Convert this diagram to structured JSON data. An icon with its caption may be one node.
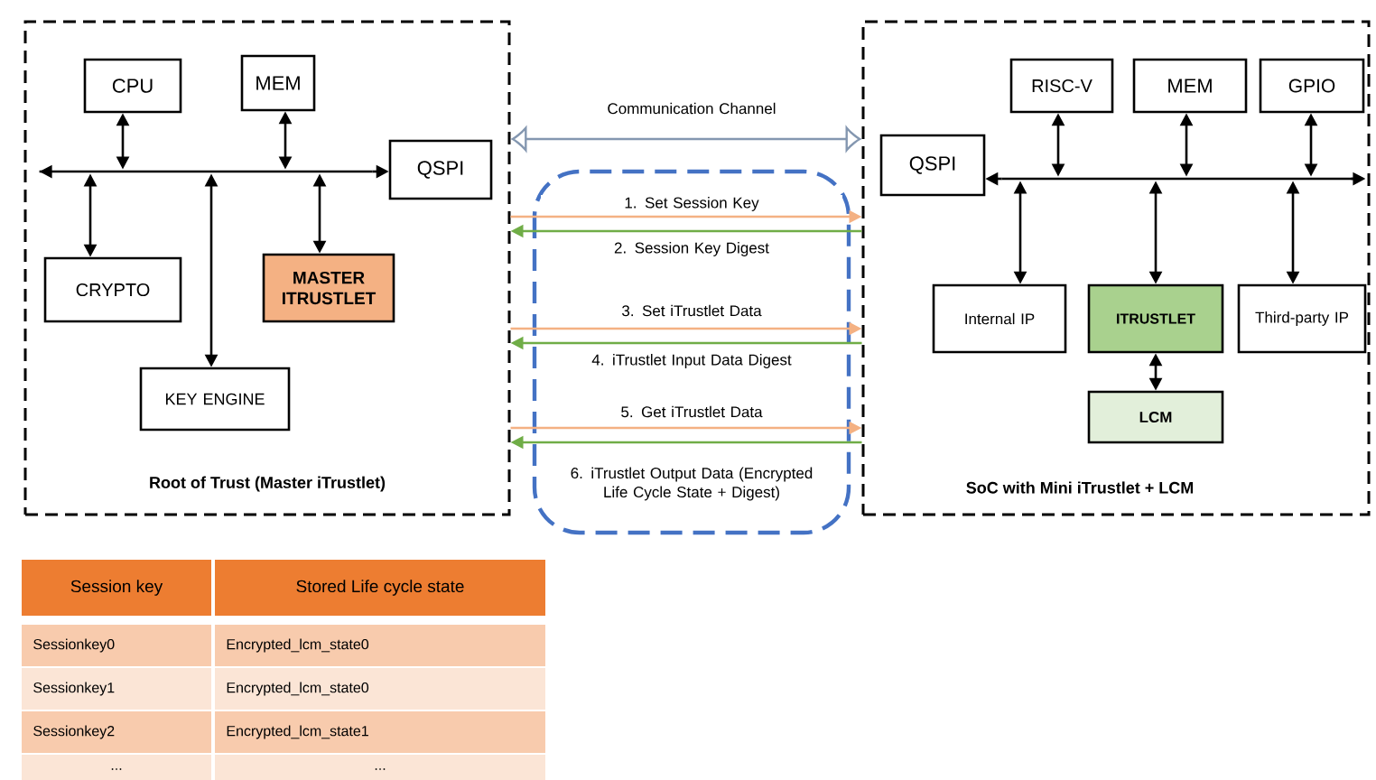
{
  "diagram": {
    "nodes": [
      {
        "text": [
          "Root of Trust (Master iTrustlet)"
        ]
      },
      {
        "text": [
          "CPU"
        ],
        "in": 0
      },
      {
        "text": [
          "MEM"
        ],
        "in": 0
      },
      {
        "text": [
          "QSPI"
        ],
        "in": 0
      },
      {
        "text": [],
        "shape": "bar",
        "in": 0
      },
      {
        "text": [
          "CRYPTO"
        ],
        "in": 0
      },
      {
        "text": [
          "MASTER ITRUSTLET"
        ],
        "in": 0
      },
      {
        "text": [
          "KEY ENGINE"
        ],
        "in": 0
      },
      {
        "text": [
          "SoC with Mini iTrustlet + LCM"
        ]
      },
      {
        "text": [
          "RISC-V"
        ],
        "in": 8
      },
      {
        "text": [
          "MEM"
        ],
        "in": 8
      },
      {
        "text": [
          "GPIO"
        ],
        "in": 8
      },
      {
        "text": [
          "QSPI"
        ],
        "in": 8
      },
      {
        "text": [],
        "shape": "bar",
        "in": 8
      },
      {
        "text": [
          "Internal IP"
        ],
        "in": 8
      },
      {
        "text": [
          "ITRUSTLET"
        ],
        "in": 8
      },
      {
        "text": [
          "Third-party IP"
        ],
        "in": 8
      },
      {
        "text": [
          "LCM"
        ],
        "in": 8
      }
    ],
    "edges": [
      {
        "from": 1,
        "to": 4,
        "arrow": "both"
      },
      {
        "from": 2,
        "to": 4,
        "arrow": "both"
      },
      {
        "from": 4,
        "to": 3,
        "arrow": "to"
      },
      {
        "from": 5,
        "to": 4,
        "arrow": "both"
      },
      {
        "from": 7,
        "to": 4,
        "arrow": "both"
      },
      {
        "from": 6,
        "to": 4,
        "arrow": "both"
      },
      {
        "from": 9,
        "to": 13,
        "arrow": "both"
      },
      {
        "from": 10,
        "to": 13,
        "arrow": "both"
      },
      {
        "from": 11,
        "to": 13,
        "arrow": "both"
      },
      {
        "from": 13,
        "to": 12,
        "arrow": "to"
      },
      {
        "from": 14,
        "to": 13,
        "arrow": "both"
      },
      {
        "from": 15,
        "to": 13,
        "arrow": "both"
      },
      {
        "from": 16,
        "to": 13,
        "arrow": "both"
      },
      {
        "from": 15,
        "to": 17,
        "arrow": "both"
      },
      {
        "from": 0,
        "to": 8,
        "arrow": "both",
        "label": "Communication Channel",
        "color": "#8497b0"
      },
      {
        "from": 0,
        "to": 8,
        "arrow": "to",
        "label": "1. Set Session Key",
        "color": "#f4b183"
      },
      {
        "from": 8,
        "to": 0,
        "arrow": "to",
        "label": "2. Session Key Digest",
        "color": "#70ad47"
      },
      {
        "from": 0,
        "to": 8,
        "arrow": "to",
        "label": "3. Set iTrustlet Data",
        "color": "#f4b183"
      },
      {
        "from": 8,
        "to": 0,
        "arrow": "to",
        "label": "4. iTrustlet Input Data Digest",
        "color": "#70ad47"
      },
      {
        "from": 0,
        "to": 8,
        "arrow": "to",
        "label": "5. Get iTrustlet Data",
        "color": "#f4b183"
      },
      {
        "from": 8,
        "to": 0,
        "arrow": "to",
        "label": "6. iTrustlet Output Data (Encrypted Life Cycle State + Digest)",
        "color": "#70ad47"
      }
    ],
    "labels": [
      "Session key",
      "Stored Life cycle state",
      "Sessionkey0",
      "Encrypted_lcm_state0",
      "Sessionkey1",
      "Encrypted_lcm_state0",
      "Sessionkey2",
      "Encrypted_lcm_state1",
      "...",
      "..."
    ]
  }
}
